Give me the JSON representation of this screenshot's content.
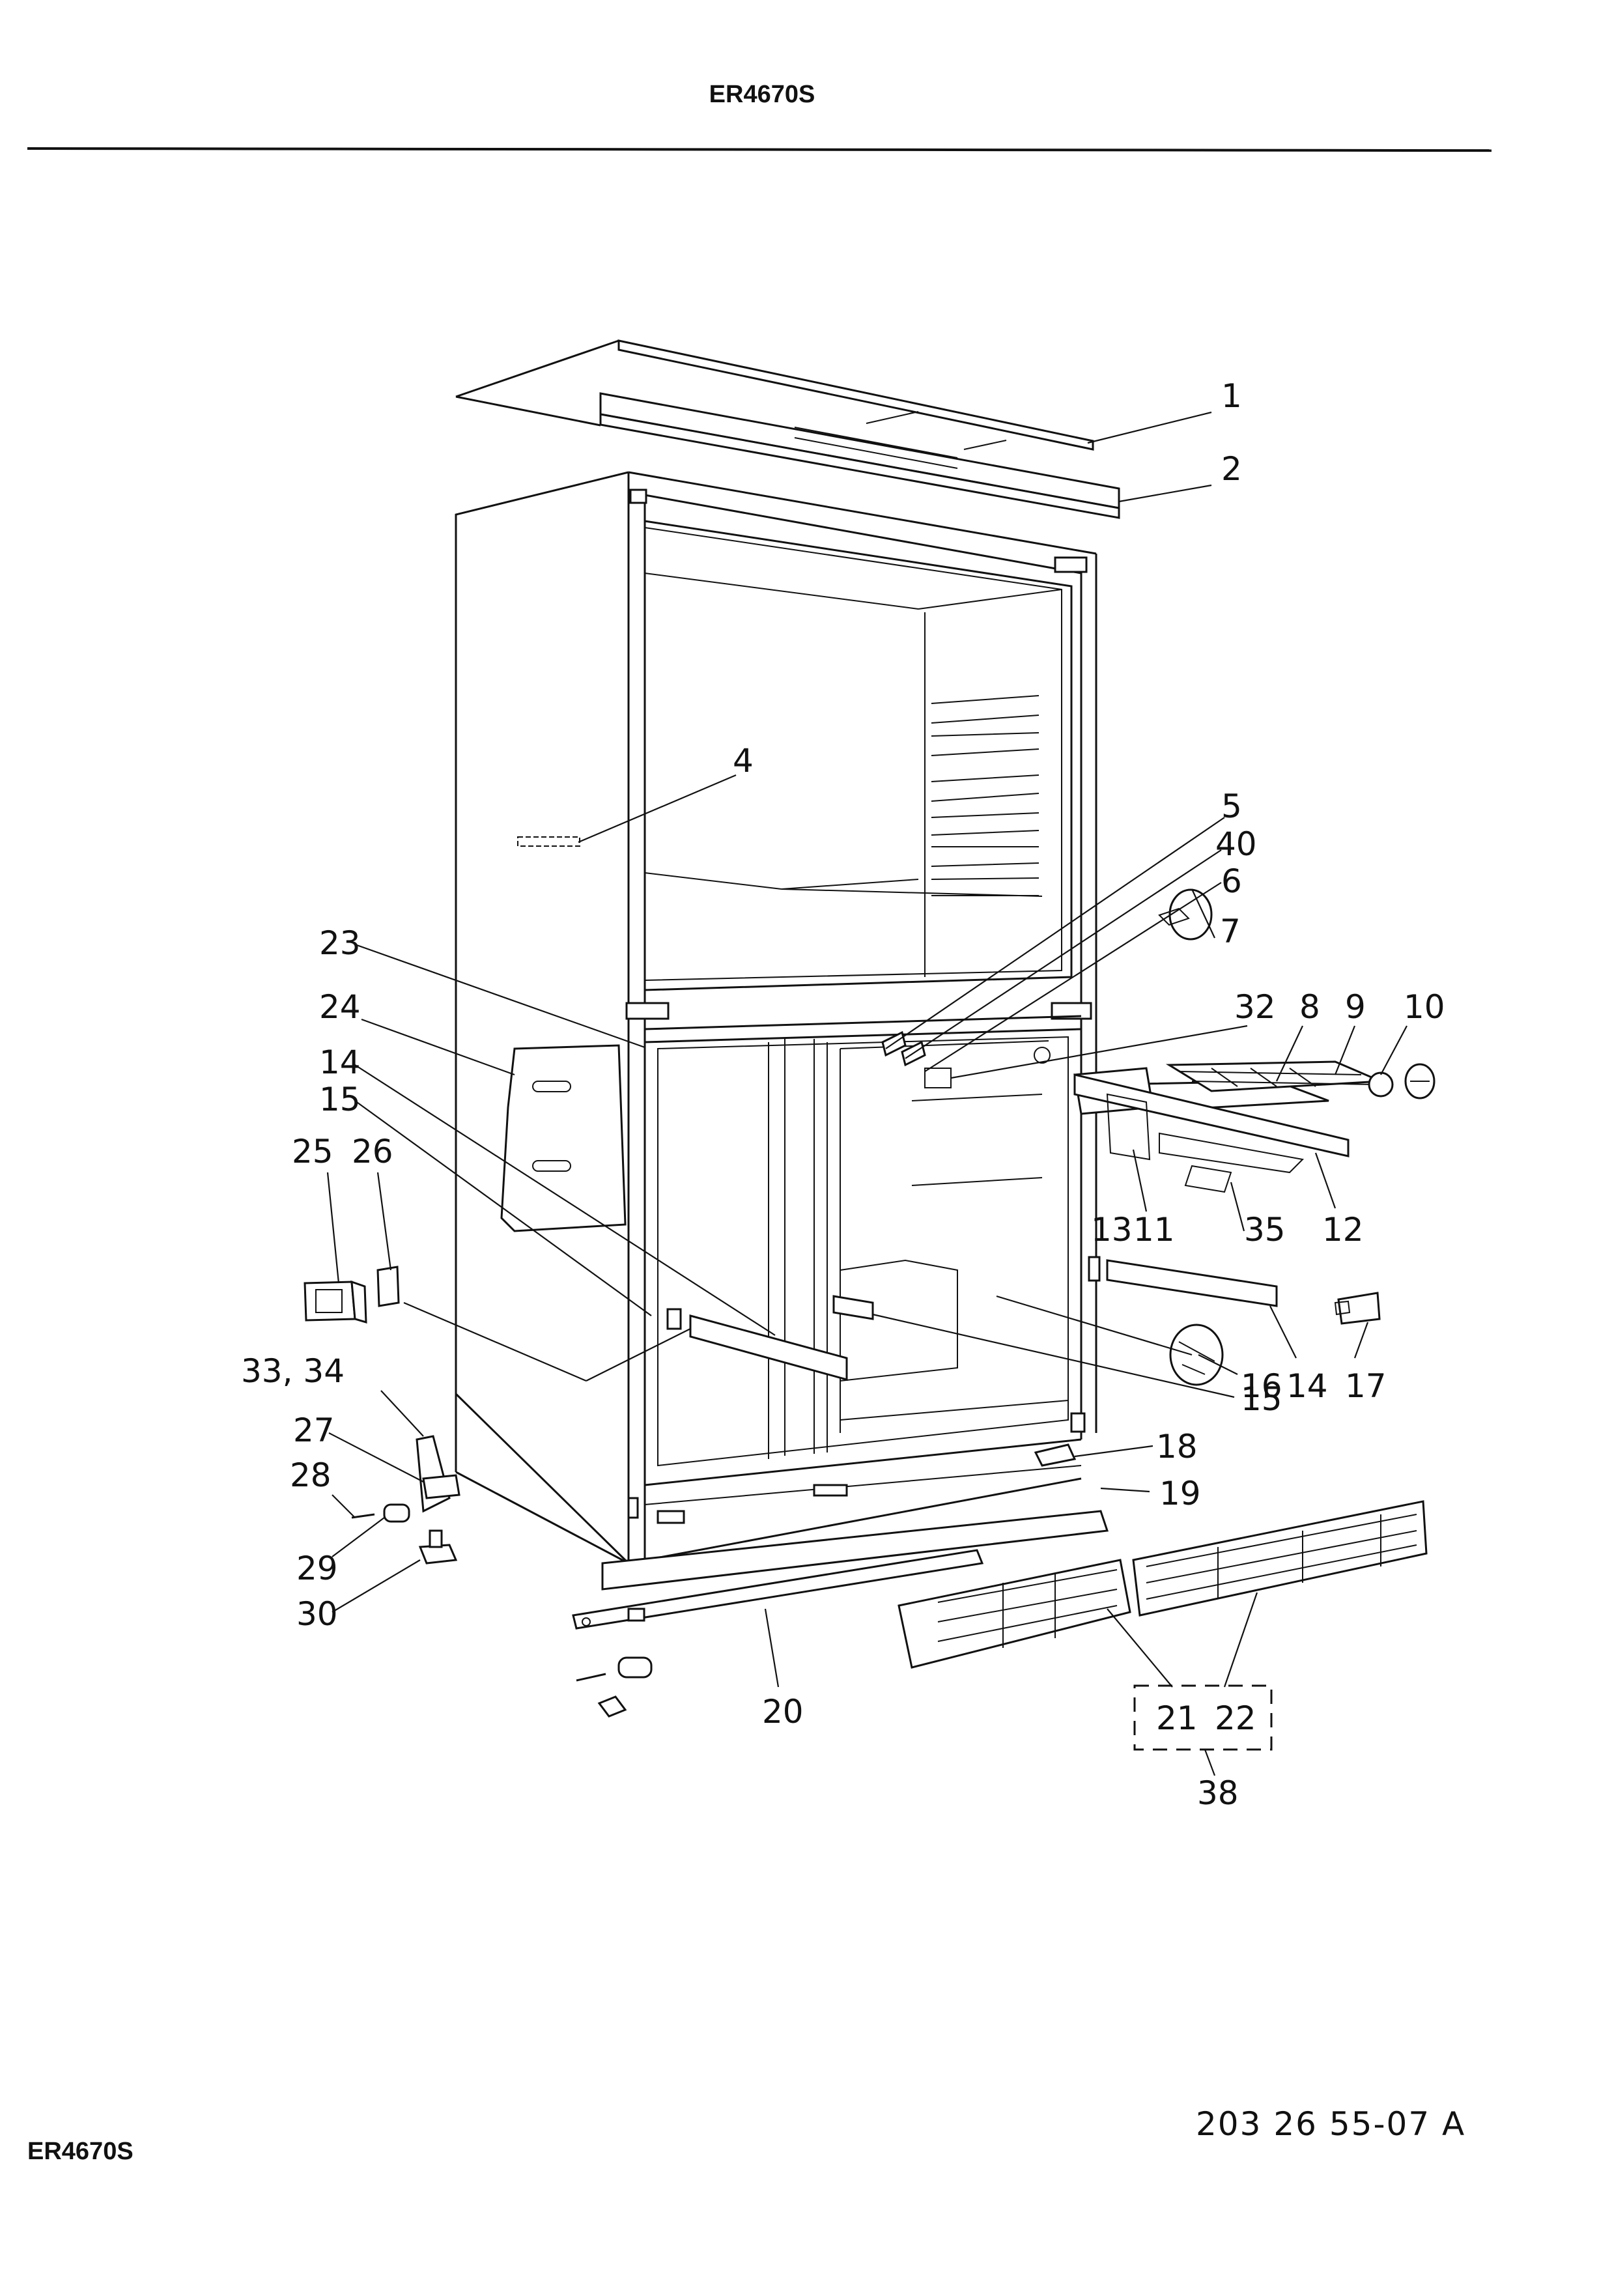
{
  "header": {
    "model": "ER4670S"
  },
  "footer": {
    "model": "ER4670S",
    "drawing_number": "203 26 55-07  A"
  },
  "callouts": [
    {
      "id": "c1",
      "label": "1"
    },
    {
      "id": "c2",
      "label": "2"
    },
    {
      "id": "c4",
      "label": "4"
    },
    {
      "id": "c5",
      "label": "5"
    },
    {
      "id": "c40",
      "label": "40"
    },
    {
      "id": "c6",
      "label": "6"
    },
    {
      "id": "c7",
      "label": "7"
    },
    {
      "id": "c32",
      "label": "32"
    },
    {
      "id": "c8",
      "label": "8"
    },
    {
      "id": "c9",
      "label": "9"
    },
    {
      "id": "c10",
      "label": "10"
    },
    {
      "id": "c23",
      "label": "23"
    },
    {
      "id": "c24",
      "label": "24"
    },
    {
      "id": "c14a",
      "label": "14"
    },
    {
      "id": "c15a",
      "label": "15"
    },
    {
      "id": "c25",
      "label": "25"
    },
    {
      "id": "c26",
      "label": "26"
    },
    {
      "id": "c13",
      "label": "13"
    },
    {
      "id": "c11",
      "label": "11"
    },
    {
      "id": "c35",
      "label": "35"
    },
    {
      "id": "c12",
      "label": "12"
    },
    {
      "id": "c3334",
      "label": "33, 34"
    },
    {
      "id": "c15b",
      "label": "15"
    },
    {
      "id": "c16",
      "label": "16"
    },
    {
      "id": "c14b",
      "label": "14"
    },
    {
      "id": "c17",
      "label": "17"
    },
    {
      "id": "c27",
      "label": "27"
    },
    {
      "id": "c18",
      "label": "18"
    },
    {
      "id": "c28",
      "label": "28"
    },
    {
      "id": "c19",
      "label": "19"
    },
    {
      "id": "c29",
      "label": "29"
    },
    {
      "id": "c30",
      "label": "30"
    },
    {
      "id": "c20",
      "label": "20"
    },
    {
      "id": "c21",
      "label": "21"
    },
    {
      "id": "c22",
      "label": "22"
    },
    {
      "id": "c38",
      "label": "38"
    }
  ]
}
